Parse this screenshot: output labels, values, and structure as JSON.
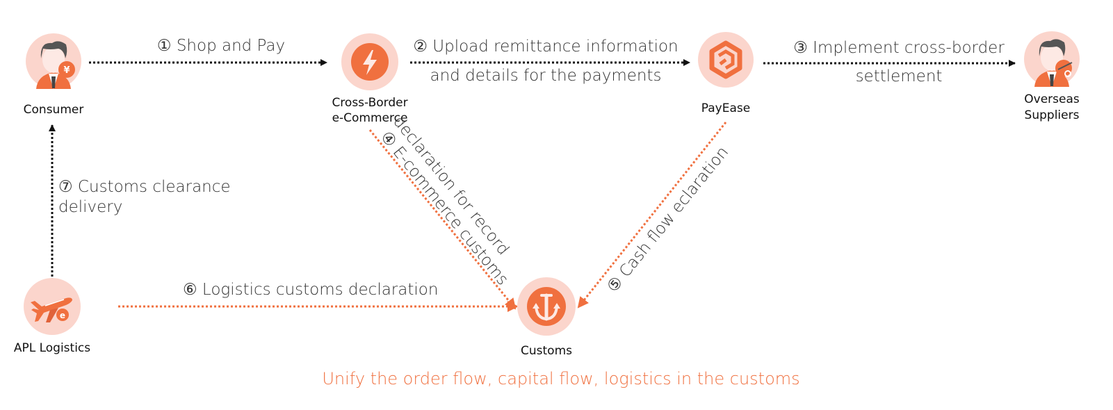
{
  "colors": {
    "accent": "#f0703f",
    "accent_light": "#fbd5cc",
    "black_arrow": "#111111",
    "label_text": "#333333",
    "footer_text": "#f0703f"
  },
  "nodes": {
    "consumer": {
      "label": "Consumer",
      "icon": "person-with-yen-icon"
    },
    "ecommerce": {
      "label_line1": "Cross-Border",
      "label_line2": "e-Commerce",
      "icon": "lightning-bolt-icon"
    },
    "payease": {
      "label": "PayEase",
      "icon": "payease-logo-icon"
    },
    "suppliers": {
      "label_line1": "Overseas",
      "label_line2": "Suppliers",
      "icon": "person-with-globe-icon"
    },
    "customs": {
      "label": "Customs",
      "icon": "anchor-icon"
    },
    "logistics": {
      "label": "APL Logistics",
      "icon": "airplane-icon"
    }
  },
  "flows": {
    "f1": {
      "label": "① Shop and Pay"
    },
    "f2": {
      "label_line1": "② Upload remittance information",
      "label_line2": "and details for the payments"
    },
    "f3": {
      "label_line1": "③ Implement cross-border",
      "label_line2": "settlement"
    },
    "f4": {
      "label_line1": "④ E-commerce customs",
      "label_line2": "declaration for record"
    },
    "f5": {
      "label": "⑤ Cash flow eclaration"
    },
    "f6": {
      "label": "⑥ Logistics customs declaration"
    },
    "f7": {
      "label_line1": "⑦ Customs clearance",
      "label_line2": "delivery"
    }
  },
  "footer": {
    "text": "Unify the order flow, capital flow, logistics in the customs"
  }
}
